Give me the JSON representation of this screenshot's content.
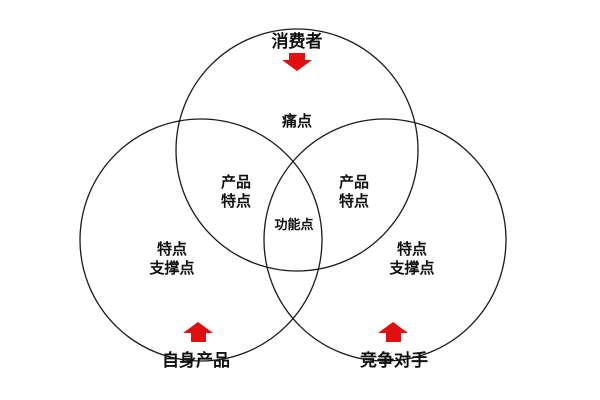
{
  "inputs": {
    "consumer": "消费者",
    "own_product": "自身产品",
    "competitor": "竞争对手"
  },
  "regions": {
    "pain_point": "痛点",
    "left_overlap": [
      "产品",
      "特点"
    ],
    "right_overlap": [
      "产品",
      "特点"
    ],
    "center": "功能点",
    "left_support": [
      "特点",
      "支撑点"
    ],
    "right_support": [
      "特点",
      "支撑点"
    ]
  },
  "colors": {
    "arrow": "#e01010",
    "line": "#1a1a1a",
    "text": "#111111"
  }
}
